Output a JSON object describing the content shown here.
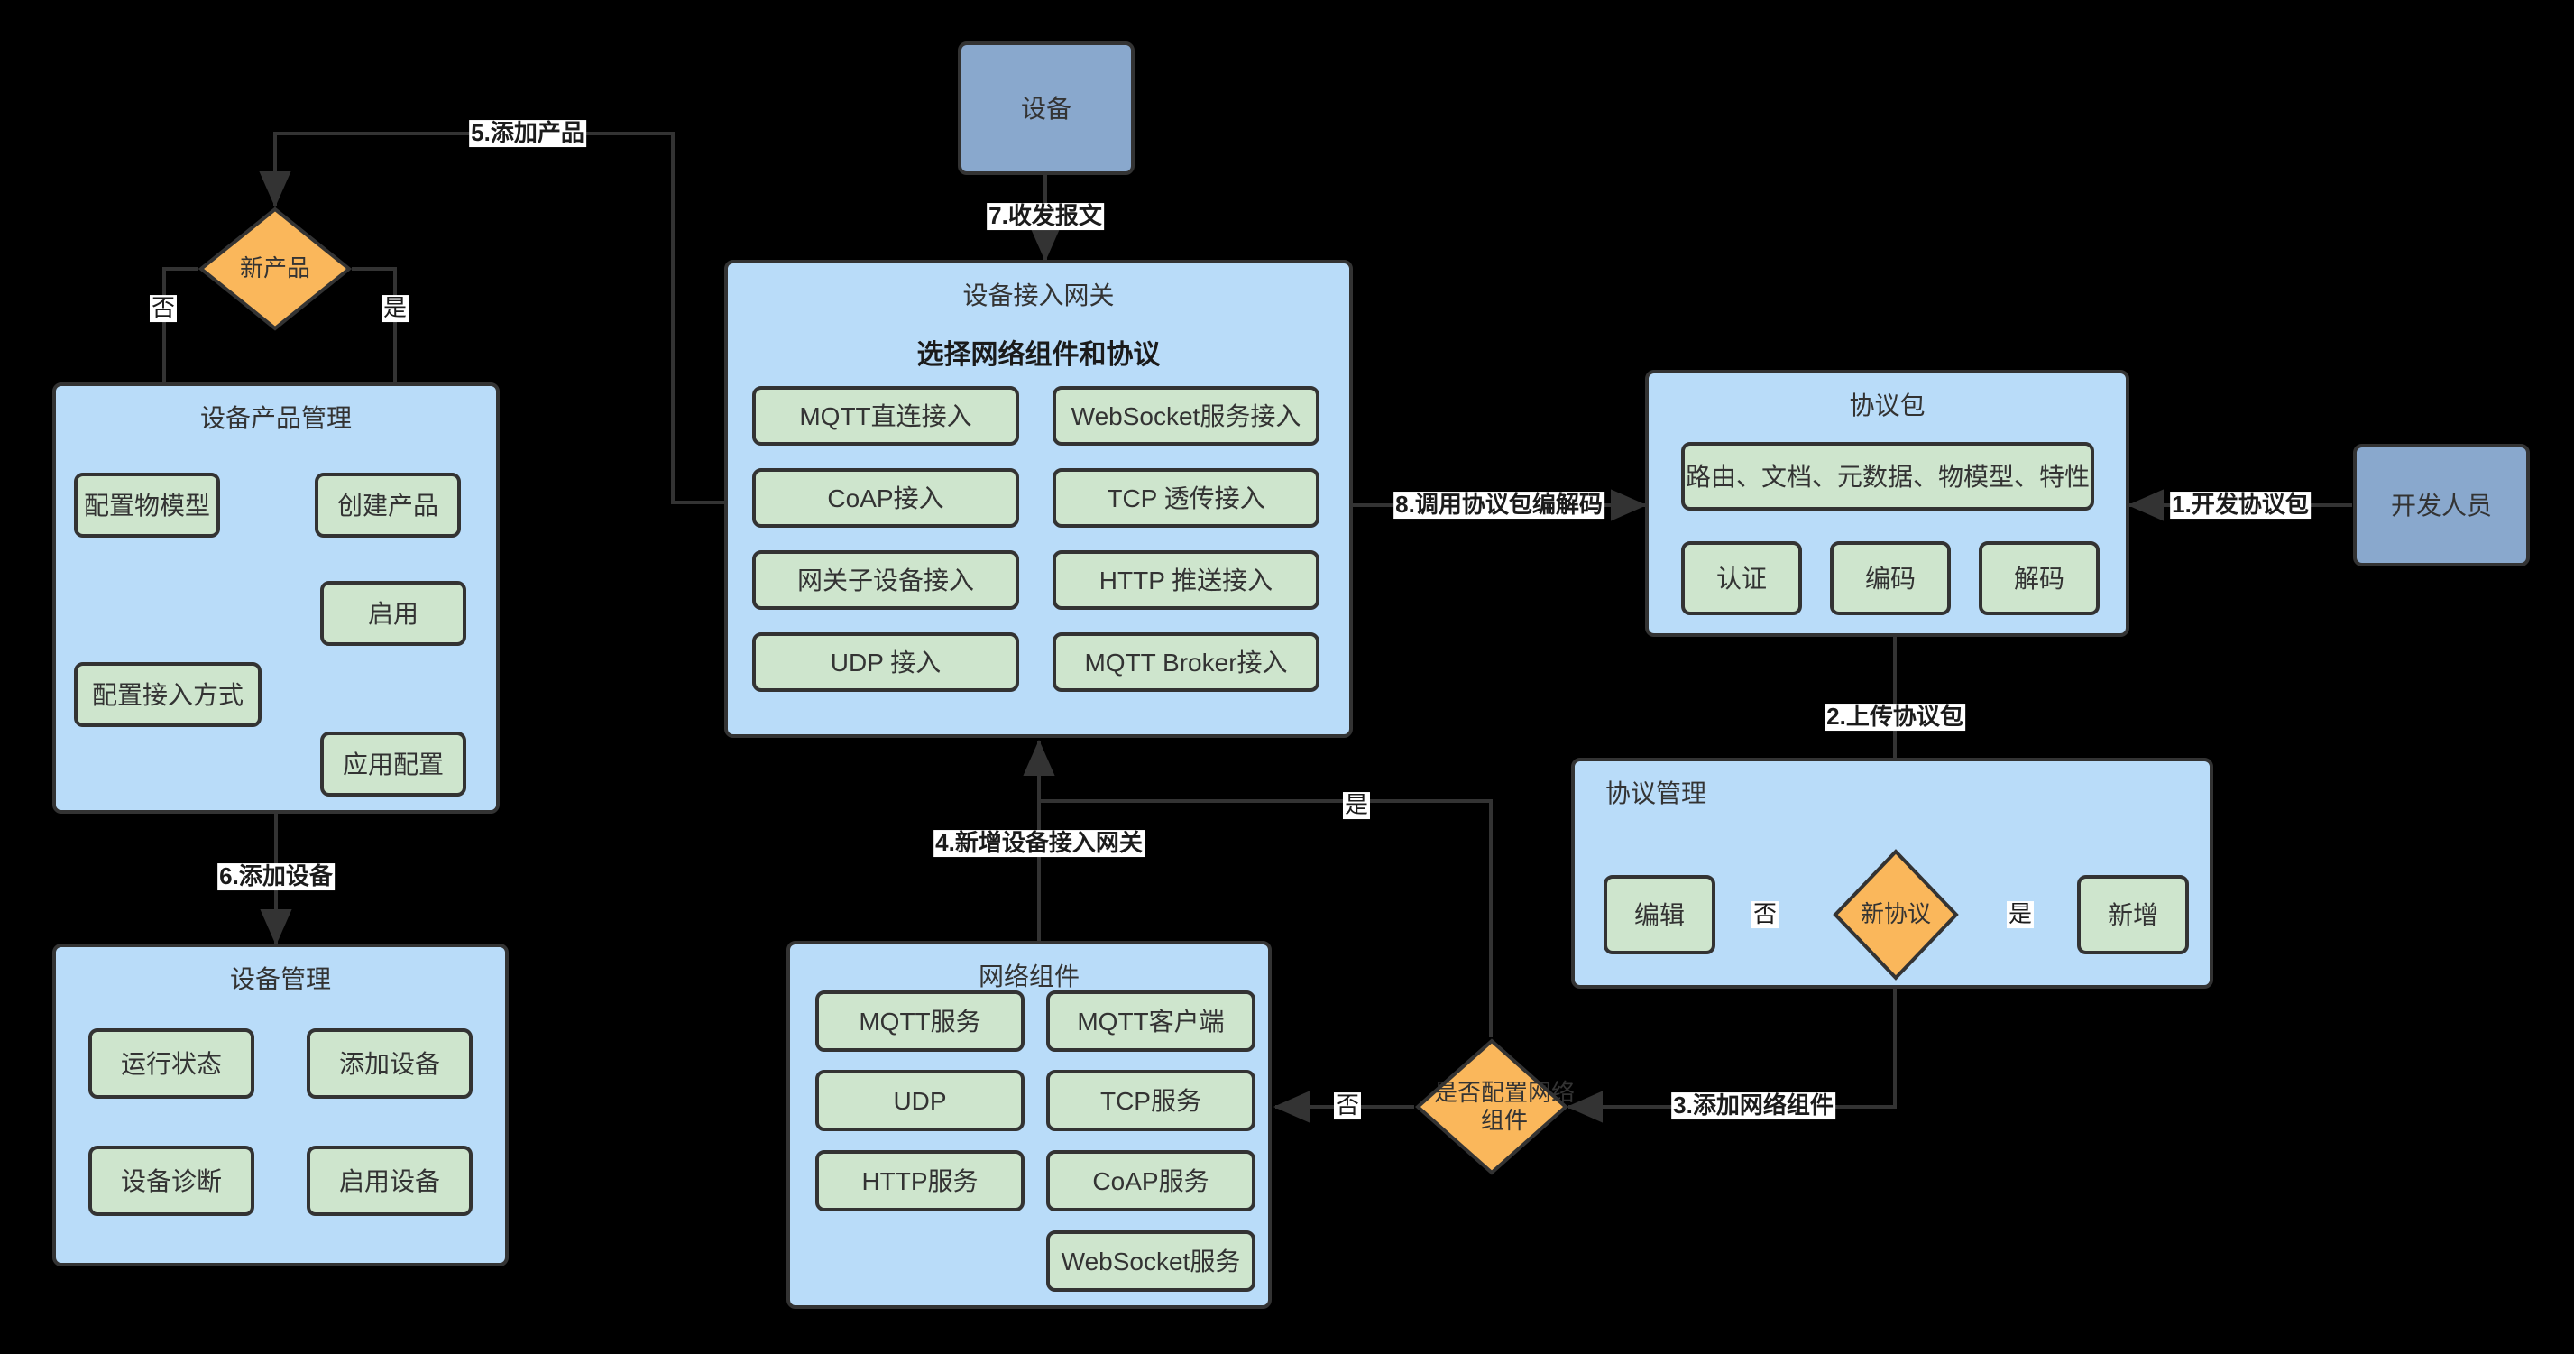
{
  "colors": {
    "background": "#000000",
    "container_fill": "#b9dcf9",
    "process_fill": "#cee5cd",
    "decision_fill": "#fab75b",
    "actor_fill": "#89a8cd",
    "stroke": "#333333",
    "label_bg": "#ffffff"
  },
  "nodes": {
    "device_actor": "设备",
    "developer_actor": "开发人员",
    "new_product_decision": "新产品",
    "new_protocol_decision": "新协议",
    "configure_network_decision": "是否配置网络组件",
    "product_mgmt": {
      "title": "设备产品管理",
      "items": [
        "配置物模型",
        "创建产品",
        "启用",
        "应用配置"
      ]
    },
    "device_mgmt": {
      "title": "设备管理",
      "items": [
        "运行状态",
        "添加设备",
        "设备诊断",
        "启用设备"
      ]
    },
    "access_gateway": {
      "title": "设备接入网关",
      "subtitle": "选择网络组件和协议",
      "items": [
        "MQTT直连接入",
        "WebSocket服务接入",
        "CoAP接入",
        "TCP 透传接入",
        "网关子设备接入",
        "HTTP 推送接入",
        "UDP 接入",
        "MQTT Broker接入"
      ]
    },
    "protocol_package": {
      "title": "协议包",
      "wide_item": "路由、文档、元数据、物模型、特性",
      "items": [
        "认证",
        "编码",
        "解码"
      ]
    },
    "protocol_mgmt": {
      "title": "协议管理",
      "items": [
        "编辑",
        "新增"
      ]
    },
    "network_components": {
      "title": "网络组件",
      "items": [
        "MQTT服务",
        "MQTT客户端",
        "UDP",
        "TCP服务",
        "HTTP服务",
        "CoAP服务",
        "WebSocket服务"
      ]
    }
  },
  "edge_labels": {
    "step1": "1.开发协议包",
    "step2": "2.上传协议包",
    "step3": "3.添加网络组件",
    "step4": "4.新增设备接入网关",
    "step5": "5.添加产品",
    "step6": "6.添加设备",
    "step7": "7.收发报文",
    "step8": "8.调用协议包编解码",
    "yes_product": "是",
    "no_product": "否",
    "yes_protocol": "是",
    "no_protocol": "否",
    "yes_network": "是",
    "no_network": "否"
  }
}
